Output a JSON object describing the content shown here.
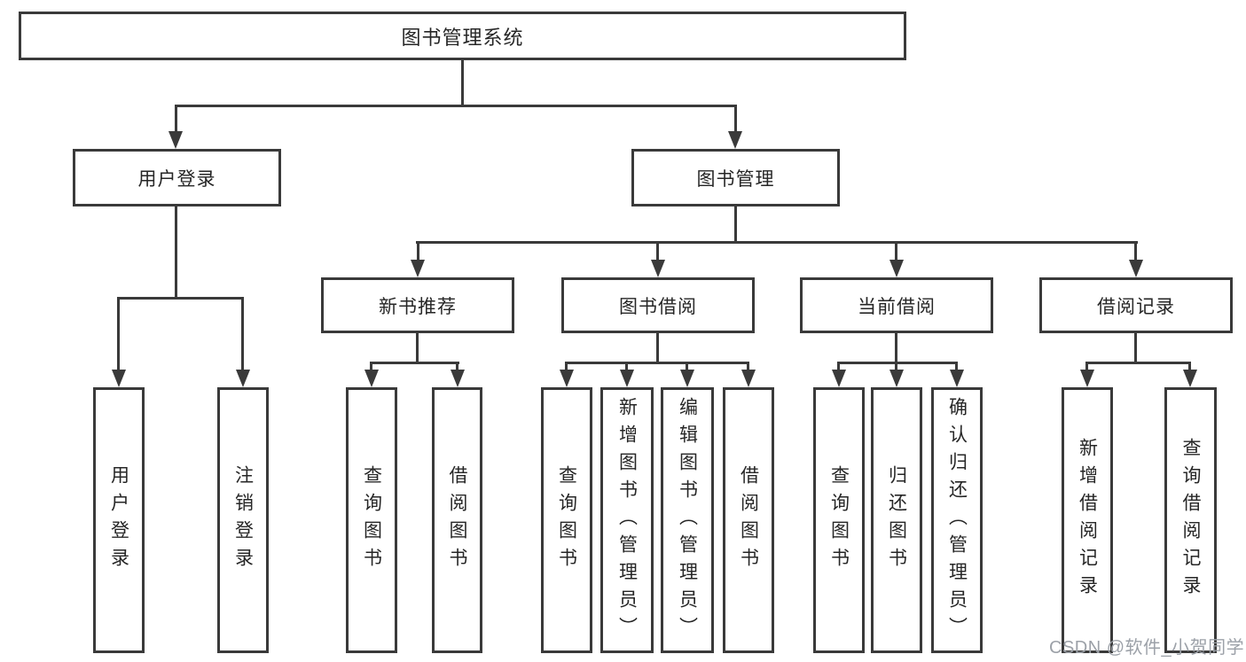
{
  "colors": {
    "line": "#3a3a3a",
    "text": "#262626",
    "watermark": "#9ca1a8",
    "background": "#ffffff"
  },
  "tree": {
    "root": {
      "label": "图书管理系统"
    },
    "level2": [
      {
        "label": "用户登录",
        "children": [
          {
            "label": "用户登录"
          },
          {
            "label": "注销登录"
          }
        ]
      },
      {
        "label": "图书管理",
        "children": [
          {
            "label": "新书推荐",
            "children": [
              {
                "label": "查询图书"
              },
              {
                "label": "借阅图书"
              }
            ]
          },
          {
            "label": "图书借阅",
            "children": [
              {
                "label": "查询图书"
              },
              {
                "label": "新增图书（管理员）"
              },
              {
                "label": "编辑图书（管理员）"
              },
              {
                "label": "借阅图书"
              }
            ]
          },
          {
            "label": "当前借阅",
            "children": [
              {
                "label": "查询图书"
              },
              {
                "label": "归还图书"
              },
              {
                "label": "确认归还（管理员）"
              }
            ]
          },
          {
            "label": "借阅记录",
            "children": [
              {
                "label": "新增借阅记录"
              },
              {
                "label": "查询借阅记录"
              }
            ]
          }
        ]
      }
    ]
  },
  "watermark": {
    "text": "CSDN @软件_小贺同学"
  }
}
